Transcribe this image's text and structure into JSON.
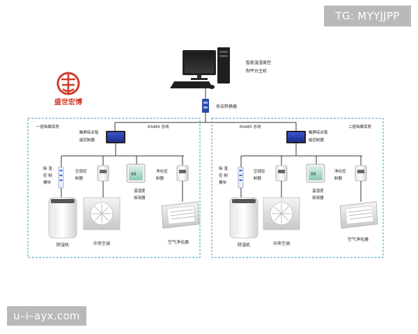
{
  "watermark_top": "TG: MYYJJPP",
  "watermark_bottom": "u–i–ayx.com",
  "logo": {
    "text": "盛世宏博",
    "color": "#d03a2a"
  },
  "host": {
    "label_line1": "智能温湿度控",
    "label_line2": "制平台主机"
  },
  "converter": {
    "label": "协议转换器"
  },
  "colors": {
    "zone_border": "#3aa0c8",
    "bus_line": "#333333",
    "screen": "#2a3fb0"
  },
  "zones": [
    {
      "title": "一层档案库房",
      "bus_label": "RS485 总线",
      "touch_label_line1": "触屏综合智",
      "touch_label_line2": "能控制器",
      "dehumid_ctrl_lines": [
        "除 湿",
        "控 制",
        "模块"
      ],
      "ac_ctrl_lines": [
        "空调控",
        "制器"
      ],
      "sensor_lines": [
        "温湿度",
        "探测器"
      ],
      "purifier_ctrl_lines": [
        "净化控",
        "制器"
      ],
      "dehumidifier": "除湿机",
      "central_ac": "中央空调",
      "purifier": "空气净化器"
    },
    {
      "title": "二层档案库房",
      "bus_label": "RS485 总线",
      "touch_label_line1": "触屏综合智",
      "touch_label_line2": "能控制器",
      "dehumid_ctrl_lines": [
        "除 湿",
        "控 制",
        "模块"
      ],
      "ac_ctrl_lines": [
        "空调控",
        "制器"
      ],
      "sensor_lines": [
        "温湿度",
        "探测器"
      ],
      "purifier_ctrl_lines": [
        "净化控",
        "制器"
      ],
      "dehumidifier": "除湿机",
      "central_ac": "中央空调",
      "purifier": "空气净化器"
    }
  ]
}
